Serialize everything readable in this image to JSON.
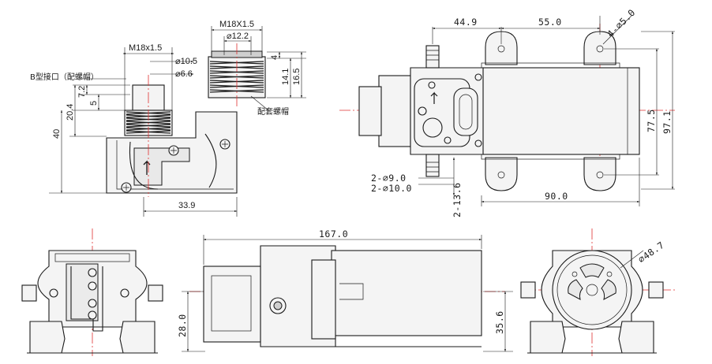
{
  "side_view_top_left": {
    "fitting_label": "B型接口（配螺帽）",
    "nut_label": "配套螺帽",
    "dims": {
      "fitting_thread": "M18x1.5",
      "fitting_od": "⌀10.5",
      "fitting_id": "⌀6.6",
      "nut_thread": "M18X1.5",
      "nut_id": "⌀12.2",
      "nut_4": "4",
      "nut_14_1": "14.1",
      "nut_16_5": "16.5",
      "h_7_2": "7.2",
      "h_5": "5",
      "h_20_4": "20.4",
      "h_40": "40",
      "w_33_9": "33.9"
    }
  },
  "top_view_right": {
    "dims": {
      "d_44_9": "44.9",
      "d_55_0": "55.0",
      "holes": "4-⌀5.0",
      "d_77_5": "77.5",
      "d_97_1": "97.1",
      "d_90_0": "90.0",
      "port_9": "2-⌀9.0",
      "port_10": "2-⌀10.0",
      "d_13_6": "2-13.6"
    }
  },
  "bottom_views": {
    "dims": {
      "length_167": "167.0",
      "h_28": "28.0",
      "h_35_6": "35.6",
      "diam_48_7": "⌀48.7"
    }
  }
}
